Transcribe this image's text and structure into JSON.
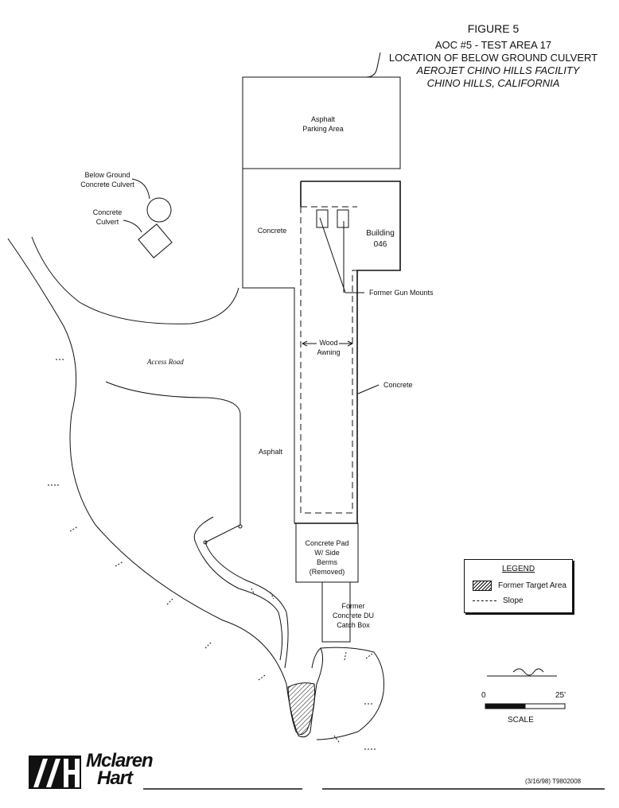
{
  "header": {
    "figure": "FIGURE 5",
    "line1": "AOC #5 - TEST AREA 17",
    "line2": "LOCATION OF BELOW GROUND CULVERT",
    "line3": "AEROJET CHINO HILLS FACILITY",
    "line4": "CHINO HILLS, CALIFORNIA"
  },
  "labels": {
    "asphalt_parking_1": "Asphalt",
    "asphalt_parking_2": "Parking Area",
    "below_ground_1": "Below Ground",
    "below_ground_2": "Concrete Culvert",
    "concrete_culvert_1": "Concrete",
    "concrete_culvert_2": "Culvert",
    "concrete_top": "Concrete",
    "building_1": "Building",
    "building_2": "046",
    "gun_mounts": "Former Gun Mounts",
    "wood_1": "Wood",
    "wood_2": "Awning",
    "concrete_right": "Concrete",
    "access_road": "Access Road",
    "asphalt": "Asphalt",
    "pad_1": "Concrete Pad",
    "pad_2": "W/ Side",
    "pad_3": "Berms",
    "pad_4": "(Removed)",
    "catch_1": "Former",
    "catch_2": "Concrete DU",
    "catch_3": "Catch Box"
  },
  "legend": {
    "title": "LEGEND",
    "item_target": "Former Target Area",
    "item_slope": "Slope"
  },
  "scale": {
    "zero": "0",
    "max": "25'",
    "label": "SCALE"
  },
  "footer": {
    "logo_line1": "Mclaren",
    "logo_line2": "Hart",
    "doc_id": "(3/16/98) T9802008"
  }
}
